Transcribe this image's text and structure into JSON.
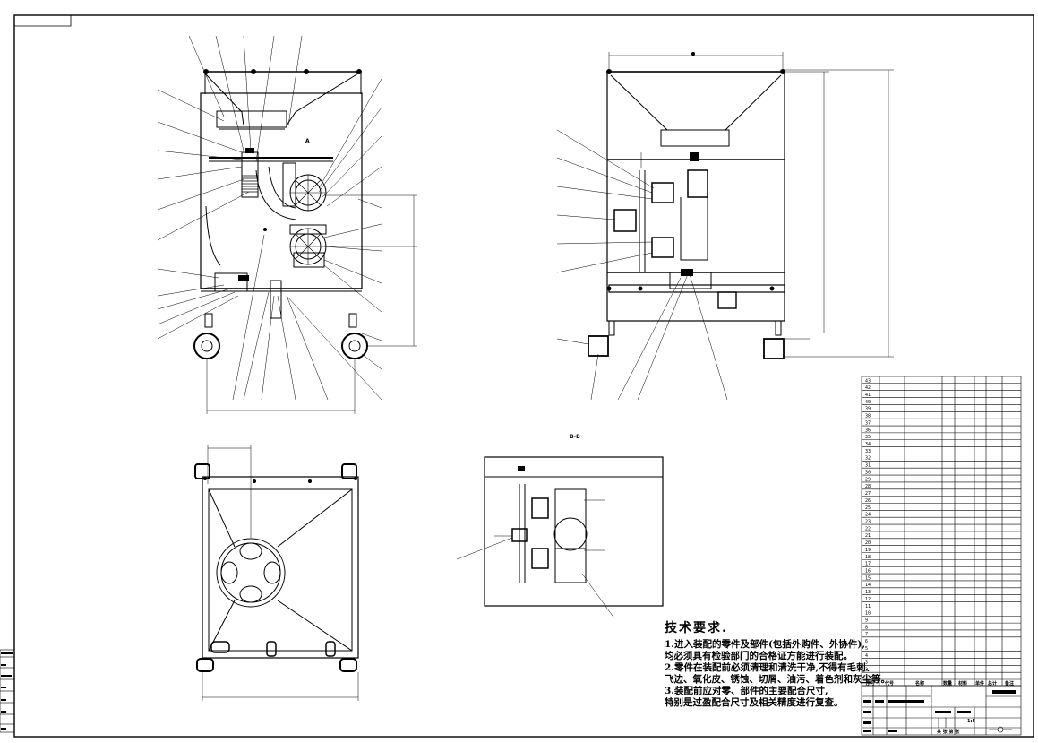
{
  "section_label": "B-B",
  "section_marker": "A",
  "technical_requirements": {
    "title": "技术要求.",
    "lines": [
      "1.进入装配的零件及部件(包括外购件、外协件),",
      "均必须具有检验部门的合格证方能进行装配。",
      "2.零件在装配前必须清理和清洗干净,不得有毛刺、",
      "飞边、氧化皮、锈蚀、切屑、油污、着色剂和灰尘等。",
      "3.装配前应对零、部件的主要配合尺寸,",
      "特别是过盈配合尺寸及相关精度进行复查。"
    ]
  },
  "bom_header": [
    "序号",
    "代号",
    "名称",
    "数量",
    "材料",
    "单件",
    "总计",
    "备注"
  ],
  "bom_first_no": 43,
  "bom_row_count": 43,
  "title_block": {
    "scale": "1:5",
    "sheet_info": "共 张 第 张"
  }
}
